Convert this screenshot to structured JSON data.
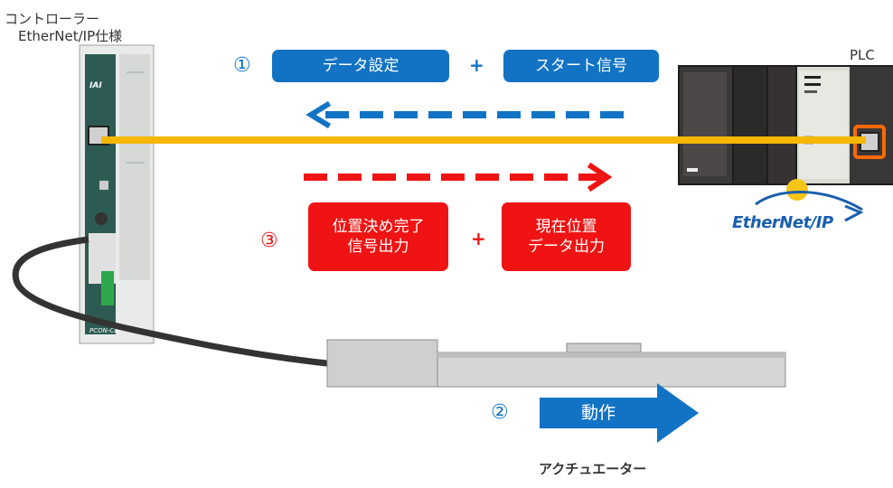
{
  "controller": {
    "title_line1": "コントローラー",
    "title_line2": "EtherNet/IP仕様",
    "brand": "IAI",
    "model": "PCON-CB"
  },
  "plc": {
    "label": "PLC",
    "network_logo": "EtherNet/IP"
  },
  "step1": {
    "number": "①",
    "box1": "データ設定",
    "plus": "+",
    "box2": "スタート信号"
  },
  "step2": {
    "number": "②",
    "action": "動作"
  },
  "step3": {
    "number": "③",
    "box1_line1": "位置決め完了",
    "box1_line2": "信号出力",
    "plus": "+",
    "box2_line1": "現在位置",
    "box2_line2": "データ出力"
  },
  "actuator": {
    "label": "アクチュエーター"
  },
  "colors": {
    "blue": "#1273c4",
    "red": "#f01313",
    "cable": "#f5b700",
    "controller_body": "#e9ebea",
    "controller_face": "#2d5b54"
  }
}
